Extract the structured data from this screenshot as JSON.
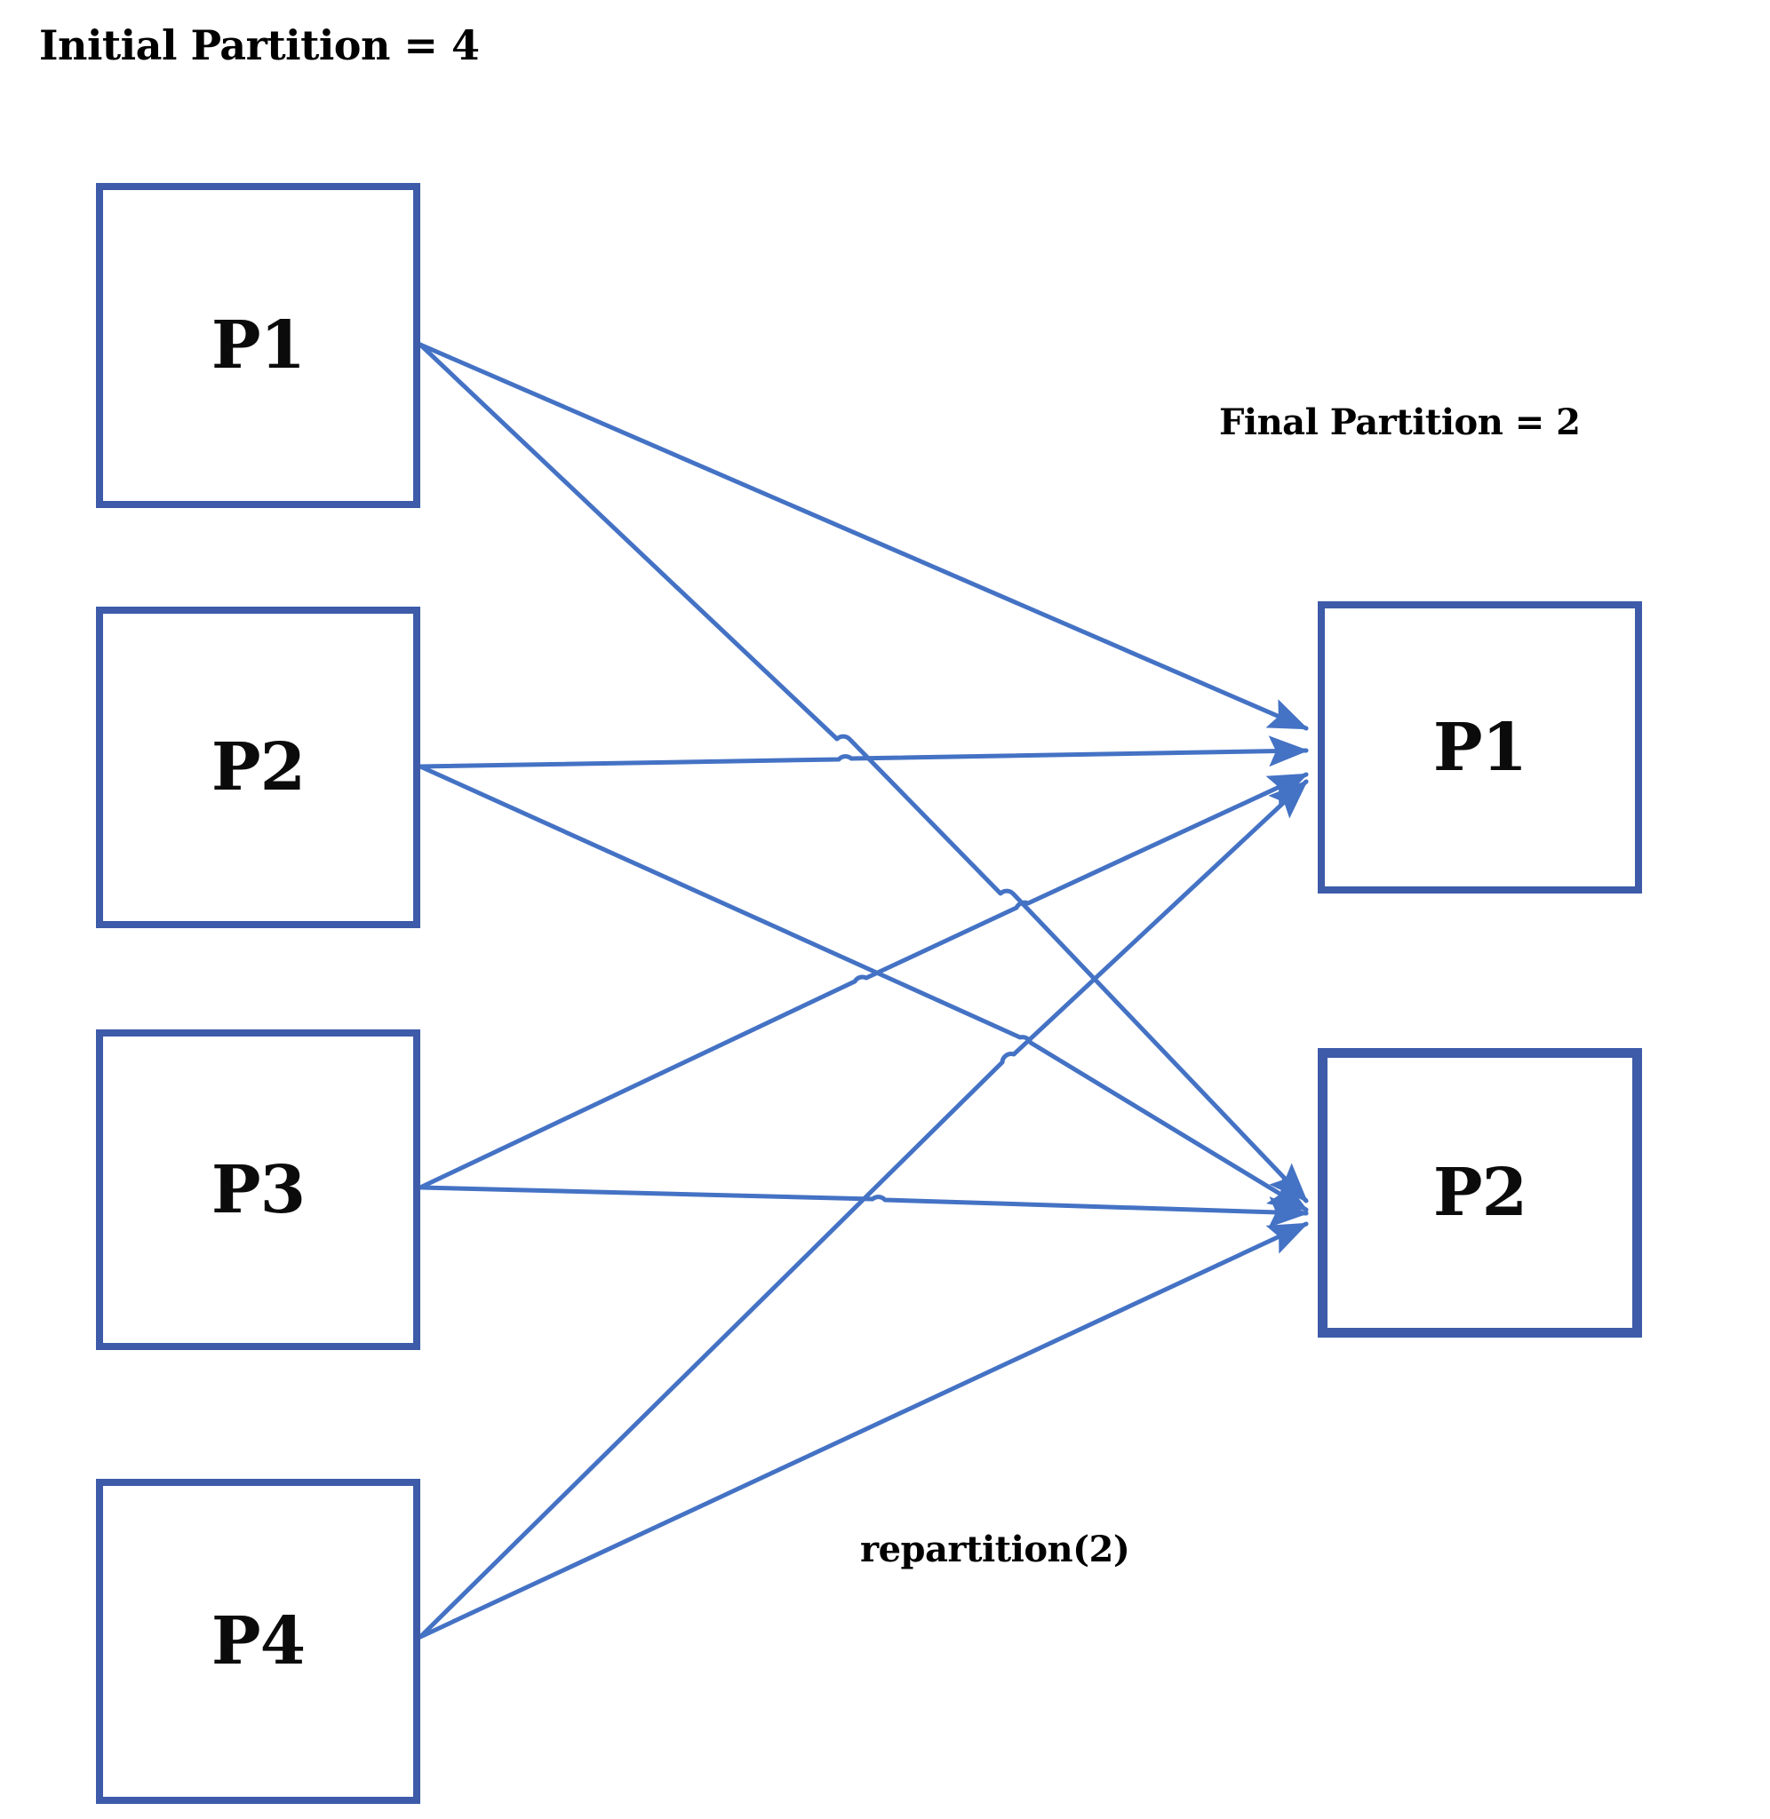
{
  "diagram": {
    "type": "repartition-flow",
    "background_color": "#ffffff",
    "box_border_color": "#3d5ba9",
    "edge_color": "#4472c4",
    "text_color": "#000000"
  },
  "labels": {
    "initial_partition": "Initial Partition = 4",
    "final_partition": "Final Partition = 2",
    "operation": "repartition(2)"
  },
  "source_partitions": [
    {
      "id": "src-p1",
      "label": "P1"
    },
    {
      "id": "src-p2",
      "label": "P2"
    },
    {
      "id": "src-p3",
      "label": "P3"
    },
    {
      "id": "src-p4",
      "label": "P4"
    }
  ],
  "target_partitions": [
    {
      "id": "dst-p1",
      "label": "P1"
    },
    {
      "id": "dst-p2",
      "label": "P2"
    }
  ],
  "edges": [
    {
      "from": "src-p1",
      "to": "dst-p1"
    },
    {
      "from": "src-p1",
      "to": "dst-p2"
    },
    {
      "from": "src-p2",
      "to": "dst-p1"
    },
    {
      "from": "src-p2",
      "to": "dst-p2"
    },
    {
      "from": "src-p3",
      "to": "dst-p1"
    },
    {
      "from": "src-p3",
      "to": "dst-p2"
    },
    {
      "from": "src-p4",
      "to": "dst-p1"
    },
    {
      "from": "src-p4",
      "to": "dst-p2"
    }
  ]
}
